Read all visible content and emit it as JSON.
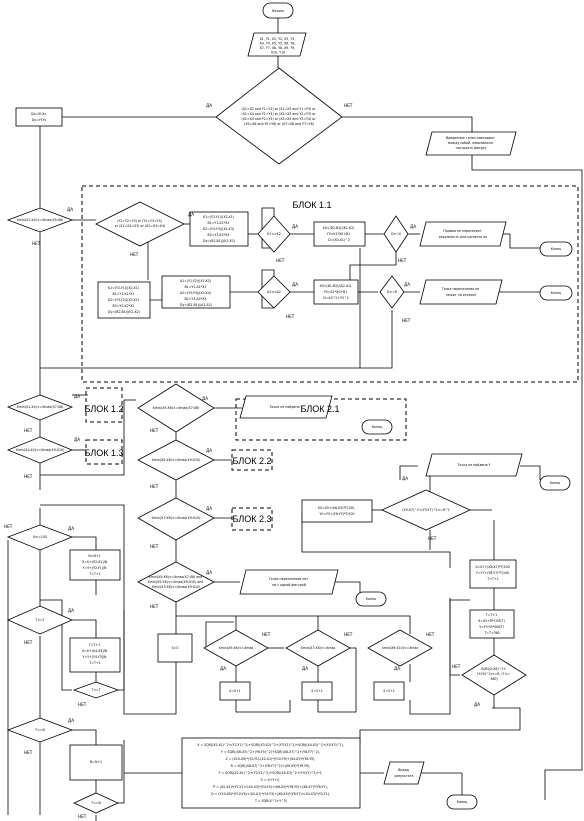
{
  "labels": {
    "start": "Начало",
    "end": "Конец",
    "yes": "ДА",
    "no": "НЕТ"
  },
  "blocks": {
    "b11": "БЛОК 1.1",
    "b12": "БЛОК 1.2",
    "b13": "БЛОК 1.3",
    "b21": "БЛОК 2.1",
    "b22": "БЛОК 2.2",
    "b23": "БЛОК 2.3"
  },
  "texts": {
    "input_top": [
      "X1, Y1, X2, Y2, X3, Y3,",
      "X4, Y4, X5, Y5, X6, Y6,",
      "X7, Y7, X8, Y8, X9, Y9,",
      "X10, Y10"
    ],
    "main_cond": [
      "(X1=X2 and Y1=Y2) or (X1=X3 and Y1=Y3) or",
      "(X1=X4 and Y1=Y4) or (X2=X3 and Y2=Y3) or",
      "(X2=X4 and Y2=Y4) or (X3=X4 and Y3=Y4) or",
      "(X5=X6 and Y5=Y6) or (X7=X8 and Y7=Y8)"
    ],
    "output_err": [
      "Введенные точки совпадают",
      "между собой, невозможно",
      "построить фигуру"
    ],
    "assign_left": [
      "Dx=Xf-Xs",
      "Dy=Yf-Ys"
    ],
    "cond_a": "Xmin(X1:X4)<=Xmax(X5:X6)",
    "cond_b": [
      "(Y1=Y2=Y3) or (Y2=Y3=Y4)",
      "or (X1=X2=X3) or (X2=X3=X4)"
    ],
    "proc_b1": [
      "K1=(Y2-Y1)/(X2-X1)",
      "B1=Y1-K1*X1",
      "K2=(Y4-Y3)/(X4-X3)",
      "B2=Y3-K2*X3",
      "Dx=(B2-B1)/(K1-K2)"
    ],
    "cond_k": "K1<>K2",
    "proc_b2": [
      "X0=(B2-B1)/(K1-K2)",
      "Y0=K1*X0+B1",
      "D=(X0-X1)^2"
    ],
    "cond_d": "D>=0",
    "out_b1": [
      "Прямая не пересекает",
      "окружность или касается ее"
    ],
    "proc_c1": [
      "K1=(Y2-Y1)/(X2-X1)",
      "B1=Y1-K1*X1",
      "K2=(Y3-Y2)/(X3-X2)",
      "B2=Y2-K2*X2",
      "Dy=(B2-B1)/(K1-K2)"
    ],
    "proc_c2": [
      "A1=(Y1-Y2)/(X1-X2)",
      "B1=Y1-A1*X1",
      "A2=(Y3-Y4)/(X3-X4)",
      "B2=Y3-A2*X3",
      "Dy=(B2-B1)/(A1-A2)"
    ],
    "cond_k2": "A1<>A2",
    "proc_c3": [
      "X0=(B1-B2)/(A2-A1)",
      "Y0=A1*X0+B1",
      "D=X0^2+Y0^2"
    ],
    "cond_d2": "D>=R",
    "out_c1": [
      "Точка пересечения не",
      "лежит на отрезке"
    ],
    "cond_12": "Xmin(X1:X4)<=Xmax(X7:X8)",
    "cond_13": "Xmin(X1:X4)<=Xmax(X9:X10)",
    "cond_21": "Xmin(X5:X6)<=Xmax(X7:X8)",
    "out_21": "Точка не найдена Y",
    "cond_22": "Xmin(X5:X6)<=Xmax(X9:X10)",
    "cond_23": "Xmin(X7:X8)<=Xmax(X9:X10)",
    "cond_all": [
      "Xmin(X5:X6)<=Xmax(X7:X8) and",
      "Xmin(X5:X6)<=Xmax(X9:X10) and",
      "Xmin(X7:X8)<=Xmax(X9:X10)"
    ],
    "out_none": [
      "Точек пересечения нет",
      "ни с одной фигурой"
    ],
    "s1": "S=0",
    "cond_s1": "Xmin(X5:X6)<=Xmax",
    "cond_s2": "Xmin(X7:X8)<=Xmax",
    "cond_s3": "Xmin(X9:X10)<=Xmax",
    "s_inc": "S=S+1",
    "proc_r1": [
      "X0=X5+(X6-X5)*T/100,",
      "Y0=Y5+(Y6-Y5)*T/100"
    ],
    "cond_r": "(X0-X7)^2+(Y0-Y7)^2<=R^2",
    "out_r": "Точка не найдена Y",
    "proc_r2": [
      "X=X7+(X8-X7)*T/100",
      "Y=Y7+(Y8-Y7)*T/100",
      "T=T+1"
    ],
    "proc_r3": [
      "T=T+1",
      "X=X5+R*COS(T)",
      "Y=Y5+R*SIN(T)",
      "T=T+360"
    ],
    "cond_r2": [
      "SQR((X-X9)^2+",
      "(Y-Y9)^2)<=R, (T<=",
      "360)"
    ],
    "cond_l1": "N<=100",
    "proc_l1": [
      "N=N+1",
      "X=X+(X2-X1)/N",
      "Y=Y+(Y2-Y1)/N",
      "T=T+1"
    ],
    "cond_l2": "T<=T",
    "proc_l2": [
      "T=T+1",
      "X=X+(X4-X3)/N",
      "Y=Y+(Y4-Y3)/N",
      "T=T+1"
    ],
    "cond_l3": "T<=T",
    "cond_l4": "T<=N",
    "proc_l3": "N=N+1",
    "cond_l5": "T<=N",
    "big_proc": [
      "X = SQR((X2-X1)^2+(Y2-Y1)^2)+SQR((X3-X2)^2+(Y3-Y2)^2)+SQR((X4-X3)^2+(Y4-Y3)^2),",
      "Y = SQR((X6-X5)^2+(Y6-Y5)^2)+SQR((X8-X7)^2+(Y8-Y7)^2),",
      "Z = (X10-X9)*(Y2-Y1)-(X2-X1)*(Y10-Y9)+(X4-X3)*(Y6-Y5),",
      "R = SQR((X8-X7)^2+(Y8-Y7)^2)+(X9-X5)*(Y9-Y5),",
      "F = SQR((X2-X1)^2+(Y2-Y1)^2)+SQR((X4-X3)^2+(Y4-Y3)^2)+S,",
      "S = X+Y+Z,",
      "P = (X2-X1)*(Y2-Y1)+(X4-X3)*(Y4-Y3)+(X6-X5)*(Y6-Y5)+(X8-X7)*(Y8-Y7),",
      "Q = (X10-X9)*(Y10-Y9)+(X2-X1)*(Y4-Y3)+(X6-X5)*(Y8-Y7)+(X4-X3)*(Y2-Y1),",
      "T = SQR(X^2+Y^2)"
    ],
    "out_final": [
      "Вывод",
      "результата"
    ]
  }
}
